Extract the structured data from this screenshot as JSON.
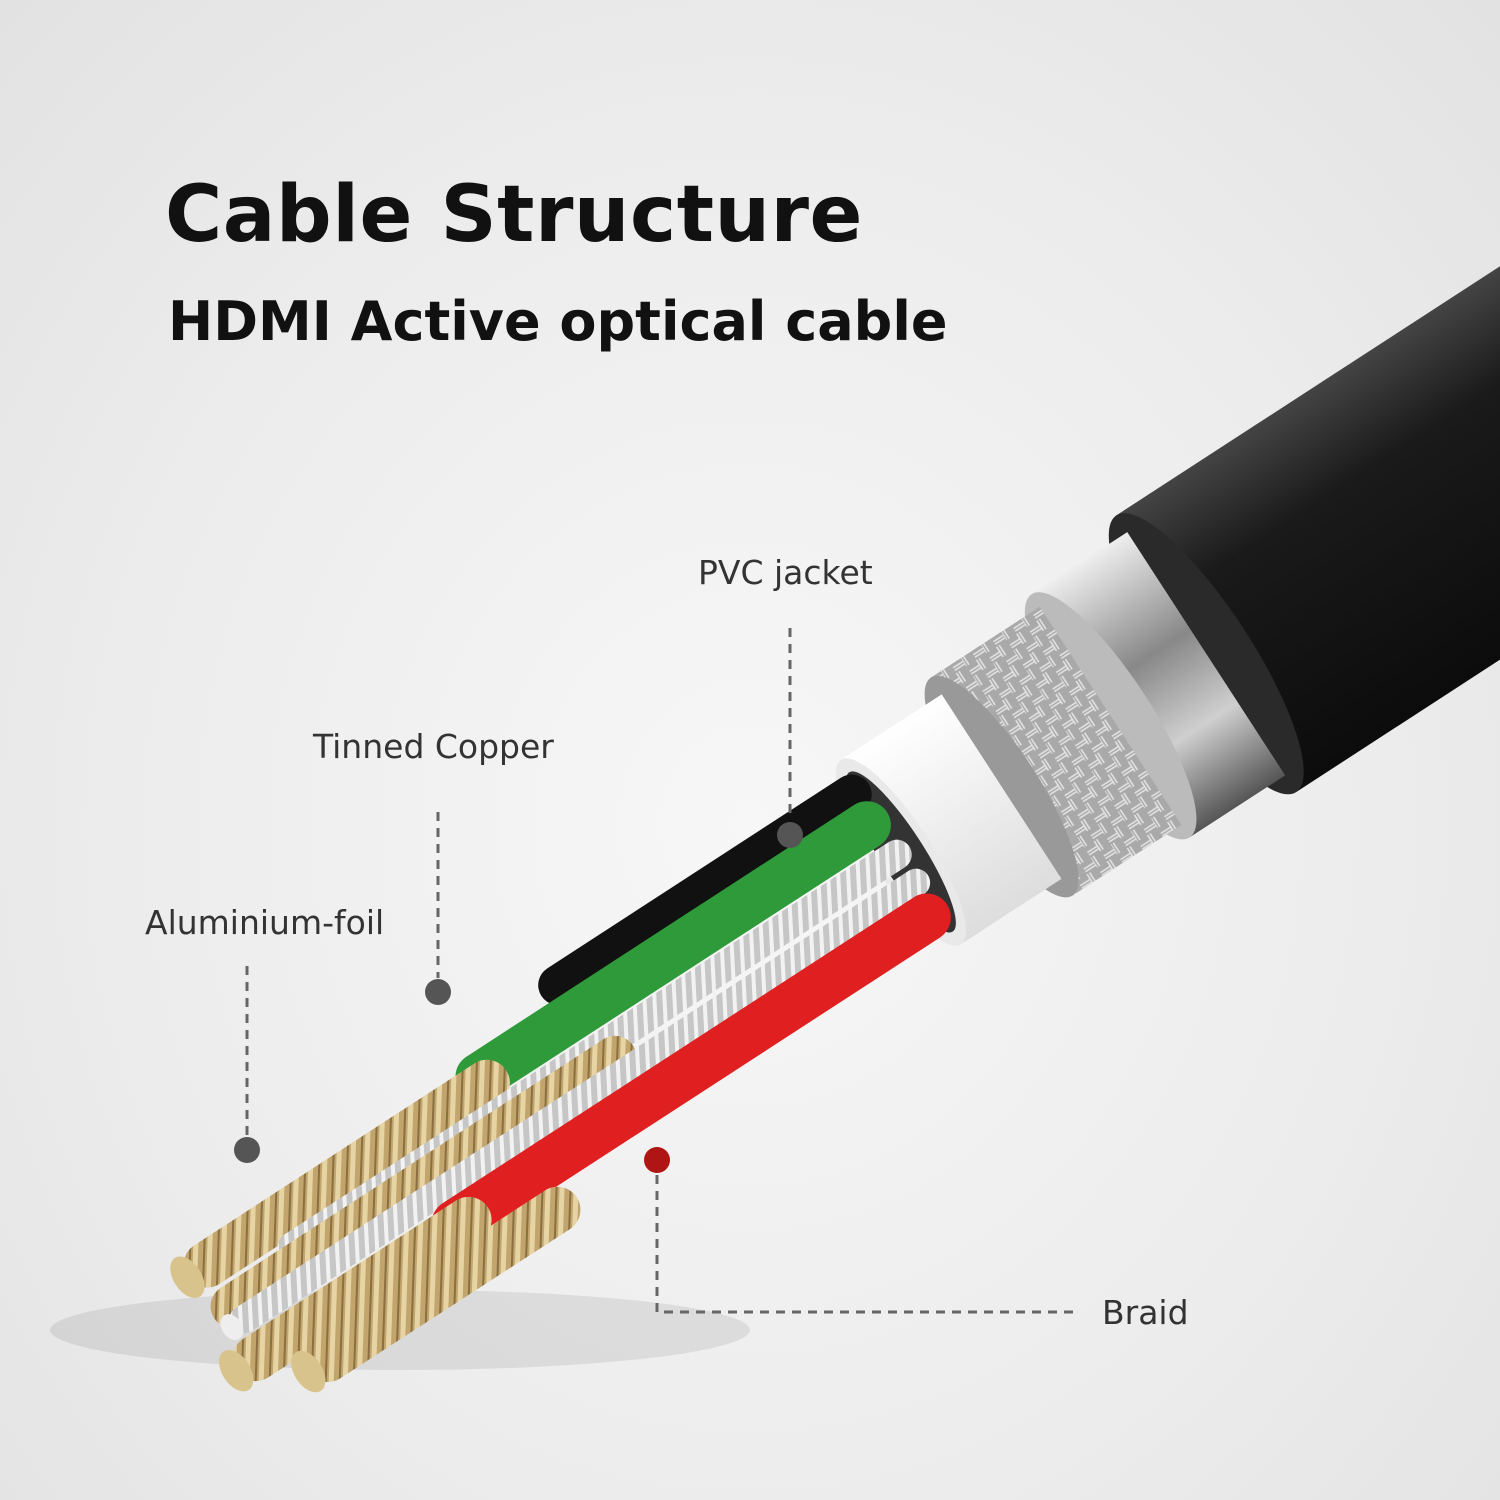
{
  "header": {
    "title": "Cable Structure",
    "subtitle": "HDMI Active optical cable"
  },
  "labels": {
    "pvc_jacket": "PVC jacket",
    "tinned_copper": "Tinned Copper",
    "aluminium_foil": "Aluminium-foil",
    "braid": "Braid"
  },
  "colors": {
    "jacket": "#1c1c1c",
    "green_wire": "#2e9a3a",
    "red_wire": "#e02020",
    "copper": "#c9b07a",
    "foil": "#c8c8c8"
  }
}
